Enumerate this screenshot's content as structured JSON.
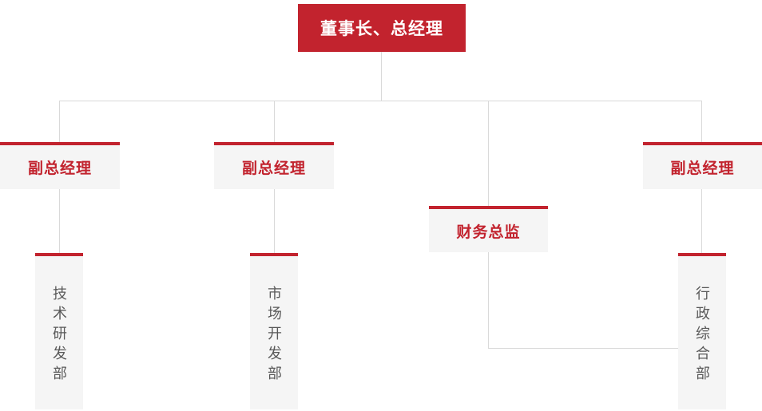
{
  "org_chart": {
    "root": {
      "label": "董事长、总经理"
    },
    "managers": [
      {
        "label": "副总经理"
      },
      {
        "label": "副总经理"
      },
      {
        "label": "财务总监"
      },
      {
        "label": "副总经理"
      }
    ],
    "departments": [
      {
        "label": "技术研发部"
      },
      {
        "label": "市场开发部"
      },
      {
        "label": "行政综合部"
      }
    ]
  },
  "colors": {
    "primary_red": "#C2232E",
    "node_background": "#F5F5F5",
    "connector_line": "#D9D9D9",
    "department_text": "#595959",
    "root_text": "#FFFFFF"
  }
}
